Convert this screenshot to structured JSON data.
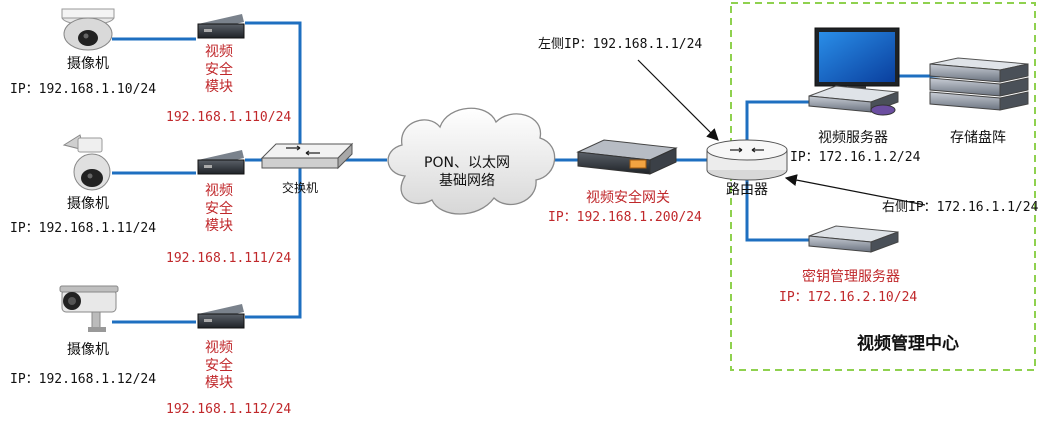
{
  "cameras": [
    {
      "label": "摄像机",
      "ip": "IP：192.168.1.10/24"
    },
    {
      "label": "摄像机",
      "ip": "IP：192.168.1.11/24"
    },
    {
      "label": "摄像机",
      "ip": "IP：192.168.1.12/24"
    }
  ],
  "modules": [
    {
      "line1": "视频",
      "line2": "安全",
      "line3": "模块",
      "ip": "192.168.1.110/24"
    },
    {
      "line1": "视频",
      "line2": "安全",
      "line3": "模块",
      "ip": "192.168.1.111/24"
    },
    {
      "line1": "视频",
      "line2": "安全",
      "line3": "模块",
      "ip": "192.168.1.112/24"
    }
  ],
  "switch": {
    "label": "交换机"
  },
  "network": {
    "line1": "PON、以太网",
    "line2": "基础网络"
  },
  "gateway": {
    "label": "视频安全网关",
    "ip": "IP：192.168.1.200/24"
  },
  "router": {
    "label": "路由器",
    "left_ip": "左侧IP：192.168.1.1/24",
    "right_ip": "右侧IP：172.16.1.1/24"
  },
  "video_server": {
    "label": "视频服务器",
    "ip": "IP：172.16.1.2/24"
  },
  "storage": {
    "label": "存储盘阵"
  },
  "key_server": {
    "label": "密钥管理服务器",
    "ip": "IP：172.16.2.10/24"
  },
  "center": {
    "label": "视频管理中心"
  },
  "colors": {
    "link": "#1e6fc0",
    "red_text": "#c0282b",
    "dashed_box": "#8fd14f"
  }
}
